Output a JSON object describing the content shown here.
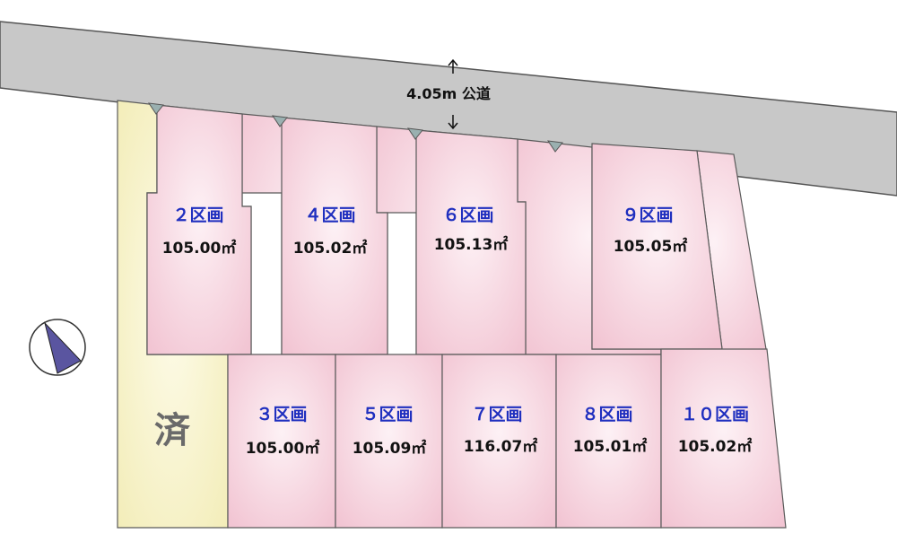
{
  "road": {
    "label": "4.05m 公道",
    "color": "#c8c8c8"
  },
  "sold_mark": "済",
  "colors": {
    "lot_center": "#fdf1f5",
    "lot_edge": "#f2c5d3",
    "sold_center": "#fdfbe8",
    "sold_edge": "#f3edb9",
    "name_text": "#1f2fbf",
    "compass_arrow": "#5a55a0"
  },
  "compass_icon": "north-arrow-icon",
  "lots": [
    {
      "id": "lot-2",
      "name": "２区画",
      "area": "105.00㎡"
    },
    {
      "id": "lot-4",
      "name": "４区画",
      "area": "105.02㎡"
    },
    {
      "id": "lot-6",
      "name": "６区画",
      "area": "105.13㎡"
    },
    {
      "id": "lot-9",
      "name": "９区画",
      "area": "105.05㎡"
    },
    {
      "id": "lot-3",
      "name": "３区画",
      "area": "105.00㎡"
    },
    {
      "id": "lot-5",
      "name": "５区画",
      "area": "105.09㎡"
    },
    {
      "id": "lot-7",
      "name": "７区画",
      "area": "116.07㎡"
    },
    {
      "id": "lot-8",
      "name": "８区画",
      "area": "105.01㎡"
    },
    {
      "id": "lot-10",
      "name": "１０区画",
      "area": "105.02㎡"
    }
  ]
}
